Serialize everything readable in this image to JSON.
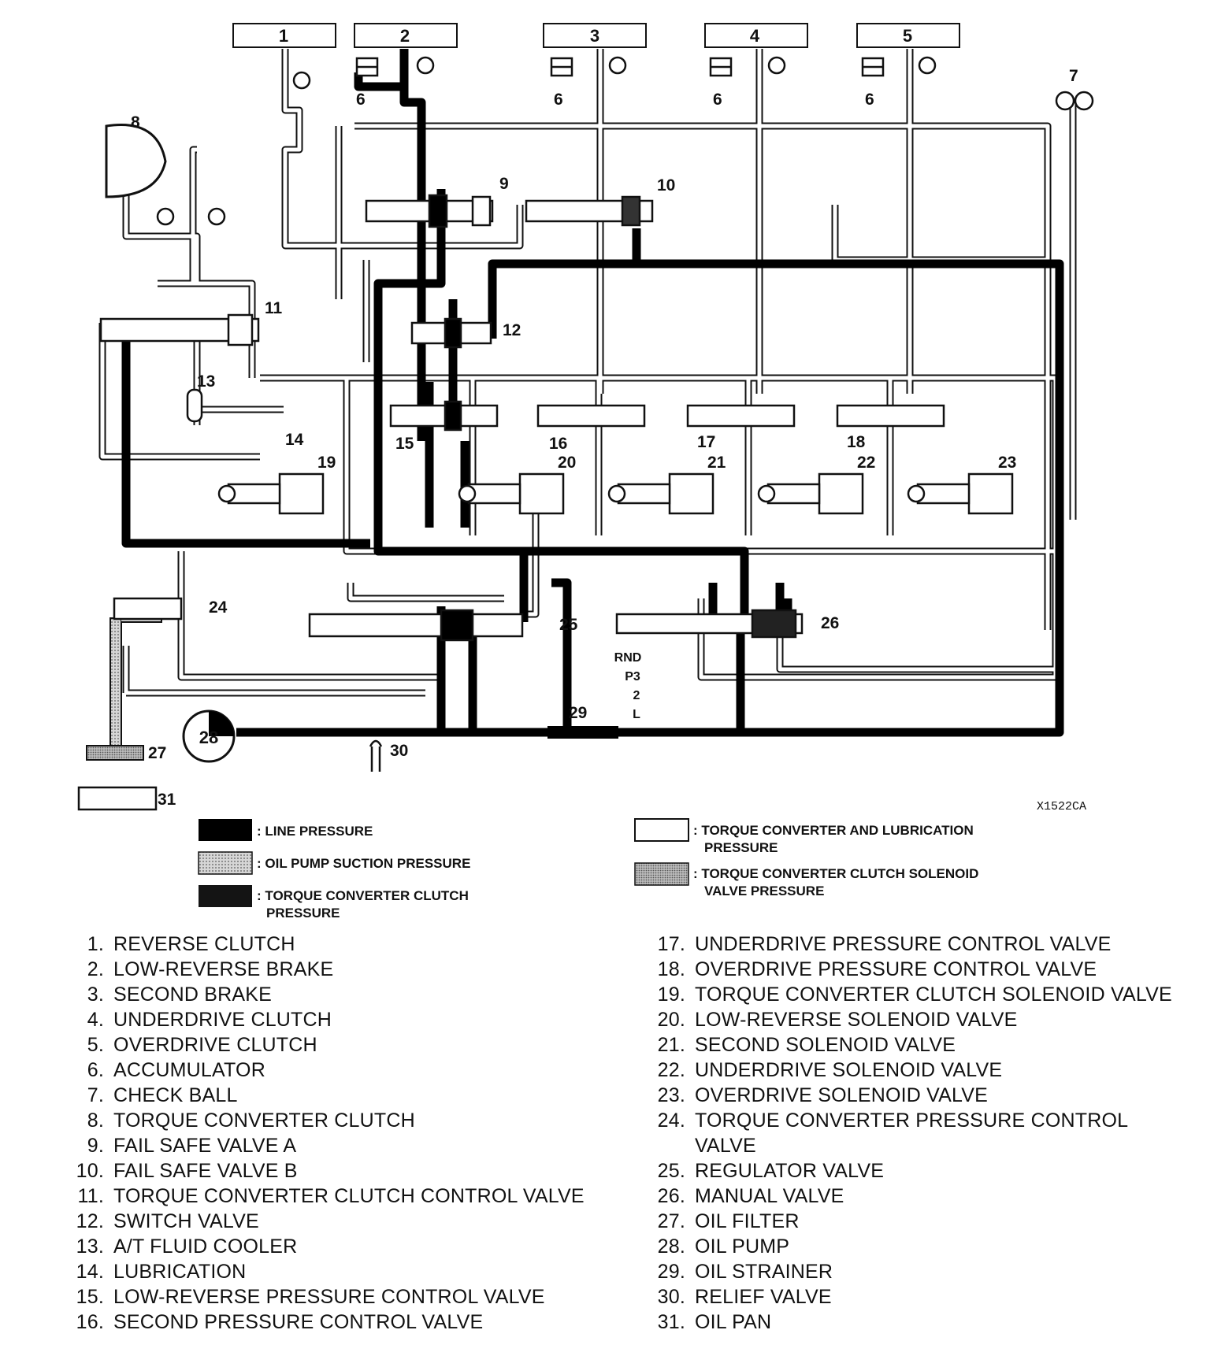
{
  "diagram": {
    "code": "X1522CA",
    "top_boxes": [
      "1",
      "2",
      "3",
      "4",
      "5"
    ],
    "callouts": {
      "n6": "6",
      "n7": "7",
      "n8": "8",
      "n9": "9",
      "n10": "10",
      "n11": "11",
      "n12": "12",
      "n13": "13",
      "n14": "14",
      "n15": "15",
      "n16": "16",
      "n17": "17",
      "n18": "18",
      "n19": "19",
      "n20": "20",
      "n21": "21",
      "n22": "22",
      "n23": "23",
      "n24": "24",
      "n25": "25",
      "n26": "26",
      "n27": "27",
      "n28": "28",
      "n29": "29",
      "n30": "30",
      "n31": "31"
    },
    "manual_positions": [
      "RND",
      "P3",
      "2",
      "L"
    ]
  },
  "key": {
    "line_pressure": ": LINE PRESSURE",
    "oil_pump_suction": ": OIL PUMP SUCTION PRESSURE",
    "tcc_pressure_1": ": TORQUE CONVERTER CLUTCH",
    "tcc_pressure_2": "PRESSURE",
    "tc_lube_1": ": TORQUE CONVERTER AND LUBRICATION",
    "tc_lube_2": "PRESSURE",
    "tcc_solenoid_1": ": TORQUE CONVERTER CLUTCH SOLENOID",
    "tcc_solenoid_2": "VALVE PRESSURE",
    "colors": {
      "line_pressure": "#000000",
      "oil_pump_suction": "#b4b4b4",
      "tcc_pressure": "#141414",
      "tc_lube": "#ffffff",
      "tcc_solenoid": "#9a9a9a"
    }
  },
  "legend_left": [
    {
      "num": "1.",
      "text": "REVERSE CLUTCH"
    },
    {
      "num": "2.",
      "text": "LOW-REVERSE BRAKE"
    },
    {
      "num": "3.",
      "text": "SECOND BRAKE"
    },
    {
      "num": "4.",
      "text": "UNDERDRIVE CLUTCH"
    },
    {
      "num": "5.",
      "text": "OVERDRIVE CLUTCH"
    },
    {
      "num": "6.",
      "text": "ACCUMULATOR"
    },
    {
      "num": "7.",
      "text": "CHECK BALL"
    },
    {
      "num": "8.",
      "text": "TORQUE CONVERTER CLUTCH"
    },
    {
      "num": "9.",
      "text": "FAIL SAFE VALVE A"
    },
    {
      "num": "10.",
      "text": "FAIL SAFE VALVE B"
    },
    {
      "num": "11.",
      "text": "TORQUE CONVERTER CLUTCH CONTROL VALVE"
    },
    {
      "num": "12.",
      "text": "SWITCH VALVE"
    },
    {
      "num": "13.",
      "text": "A/T FLUID COOLER"
    },
    {
      "num": "14.",
      "text": "LUBRICATION"
    },
    {
      "num": "15.",
      "text": "LOW-REVERSE PRESSURE CONTROL VALVE"
    },
    {
      "num": "16.",
      "text": "SECOND PRESSURE CONTROL VALVE"
    }
  ],
  "legend_right": [
    {
      "num": "17.",
      "text": "UNDERDRIVE PRESSURE CONTROL VALVE"
    },
    {
      "num": "18.",
      "text": "OVERDRIVE PRESSURE CONTROL VALVE"
    },
    {
      "num": "19.",
      "text": "TORQUE CONVERTER CLUTCH SOLENOID VALVE"
    },
    {
      "num": "20.",
      "text": "LOW-REVERSE SOLENOID VALVE"
    },
    {
      "num": "21.",
      "text": "SECOND SOLENOID VALVE"
    },
    {
      "num": "22.",
      "text": "UNDERDRIVE SOLENOID VALVE"
    },
    {
      "num": "23.",
      "text": "OVERDRIVE SOLENOID VALVE"
    },
    {
      "num": "24.",
      "text": "TORQUE CONVERTER PRESSURE CONTROL VALVE"
    },
    {
      "num": "25.",
      "text": "REGULATOR VALVE"
    },
    {
      "num": "26.",
      "text": "MANUAL VALVE"
    },
    {
      "num": "27.",
      "text": "OIL FILTER"
    },
    {
      "num": "28.",
      "text": "OIL PUMP"
    },
    {
      "num": "29.",
      "text": "OIL STRAINER"
    },
    {
      "num": "30.",
      "text": "RELIEF VALVE"
    },
    {
      "num": "31.",
      "text": "OIL PAN"
    }
  ]
}
